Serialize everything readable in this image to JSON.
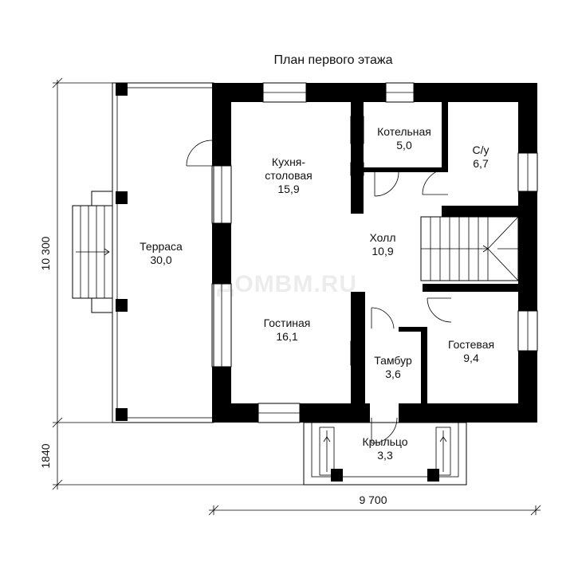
{
  "title": "План первого этажа",
  "watermark": "ДОМВМ.RU",
  "colors": {
    "wall": "#000000",
    "line": "#000000",
    "background": "#ffffff"
  },
  "dimensions": {
    "width": "9 700",
    "height_main": "10 300",
    "height_porch": "1840"
  },
  "rooms": {
    "terrace": {
      "name": "Терраса",
      "area": "30,0"
    },
    "kitchen": {
      "name_line1": "Кухня-",
      "name_line2": "столовая",
      "area": "15,9"
    },
    "boiler": {
      "name": "Котельная",
      "area": "5,0"
    },
    "bathroom": {
      "name": "С/у",
      "area": "6,7"
    },
    "hall": {
      "name": "Холл",
      "area": "10,9"
    },
    "living": {
      "name": "Гостиная",
      "area": "16,1"
    },
    "vestibule": {
      "name": "Тамбур",
      "area": "3,6"
    },
    "guest": {
      "name": "Гостевая",
      "area": "9,4"
    },
    "porch": {
      "name": "Крыльцо",
      "area": "3,3"
    }
  }
}
